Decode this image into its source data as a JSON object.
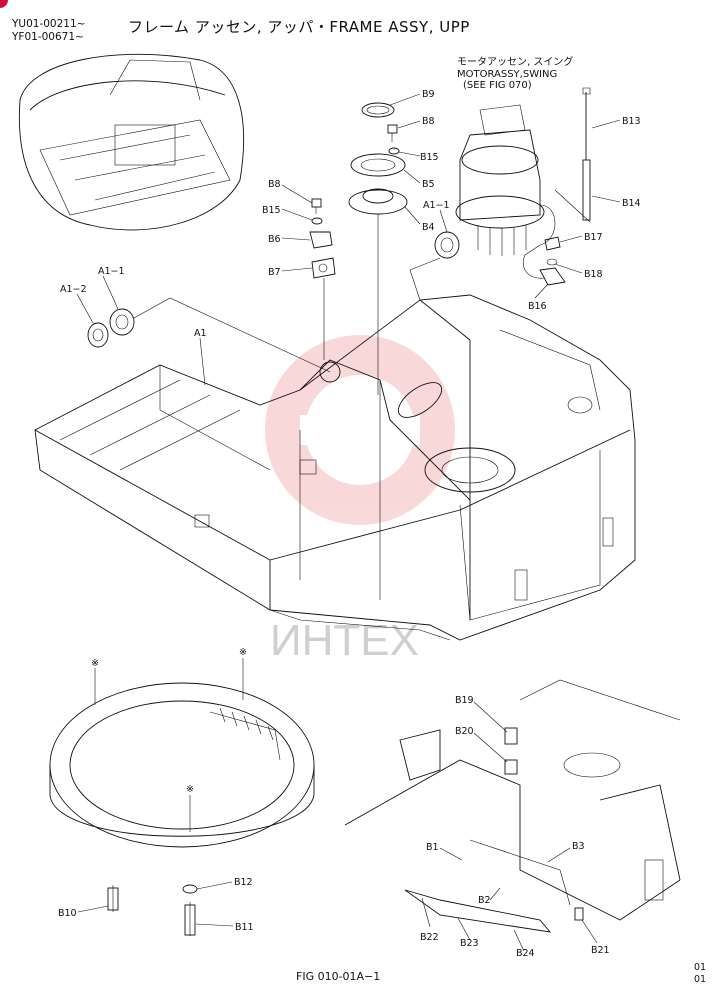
{
  "header": {
    "serial_1": "YU01-00211~",
    "serial_2": "YF01-00671~",
    "title": "フレーム アッセン, アッパ・FRAME ASSY, UPP"
  },
  "note": {
    "line1": "モータアッセン, スイング",
    "line2": "MOTORASSY,SWING",
    "line3": "(SEE FIG 070)"
  },
  "callouts": {
    "b9": "B9",
    "b8a": "B8",
    "b15a": "B15",
    "b5": "B5",
    "b4": "B4",
    "b8b": "B8",
    "b15b": "B15",
    "b6": "B6",
    "b7": "B7",
    "a1_1a": "A1−1",
    "a1_1b": "A1−1",
    "a1_2": "A1−2",
    "a1": "A1",
    "b13": "B13",
    "b14": "B14",
    "b17": "B17",
    "b18": "B18",
    "b16": "B16",
    "b12": "B12",
    "b10": "B10",
    "b11": "B11",
    "b19": "B19",
    "b20": "B20",
    "b1": "B1",
    "b3": "B3",
    "b2": "B2",
    "b22": "B22",
    "b23": "B23",
    "b24": "B24",
    "b21": "B21",
    "mark1": "※",
    "mark2": "※",
    "mark3": "※"
  },
  "watermark": "ИНТЕХ",
  "footer": {
    "fig": "FIG 010-01A−1",
    "page1": "01",
    "page2": "01"
  }
}
